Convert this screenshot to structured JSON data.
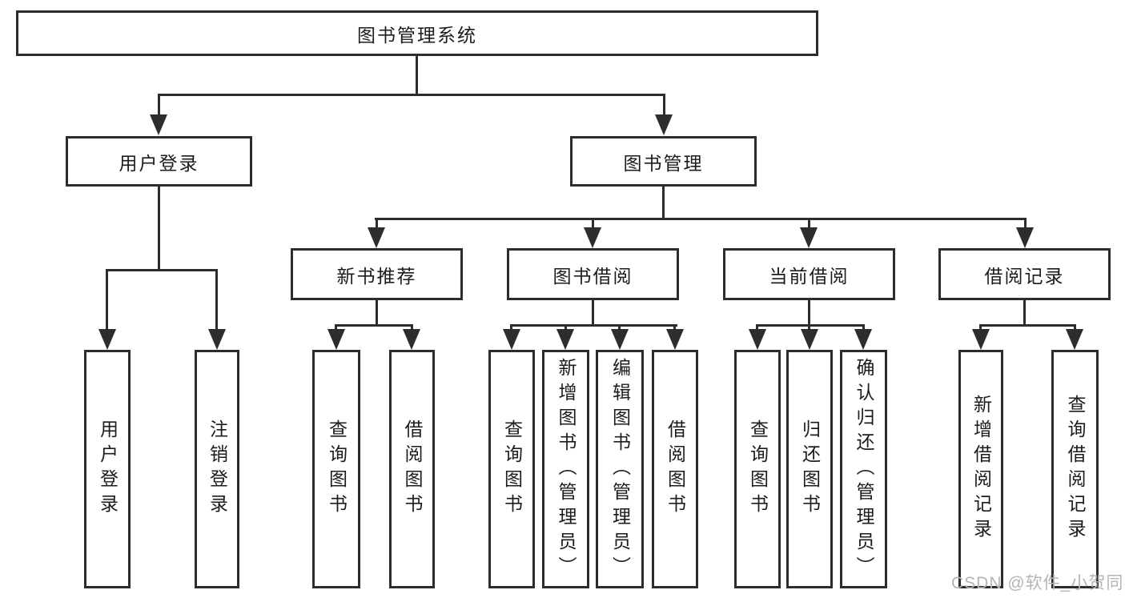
{
  "nodes": {
    "root": {
      "label": "图书管理系统"
    },
    "level2": [
      {
        "label": "用户登录"
      },
      {
        "label": "图书管理"
      }
    ],
    "level3": [
      {
        "label": "新书推荐"
      },
      {
        "label": "图书借阅"
      },
      {
        "label": "当前借阅"
      },
      {
        "label": "借阅记录"
      }
    ],
    "leaves": {
      "login": [
        "用户登录",
        "注销登录"
      ],
      "recommend": [
        "查询图书",
        "借阅图书"
      ],
      "borrow": [
        "查询图书",
        "新增图书（管理员）",
        "编辑图书（管理员）",
        "借阅图书"
      ],
      "current": [
        "查询图书",
        "归还图书",
        "确认归还（管理员）"
      ],
      "record": [
        "新增借阅记录",
        "查询借阅记录"
      ]
    }
  },
  "watermark": {
    "text": "CSDN @软件_小贺同学"
  },
  "colors": {
    "line": "#2d2d2d",
    "box_border": "#2d2d2d",
    "text": "#1c1c1c",
    "watermark": "#b5b5b5",
    "background": "#ffffff"
  }
}
